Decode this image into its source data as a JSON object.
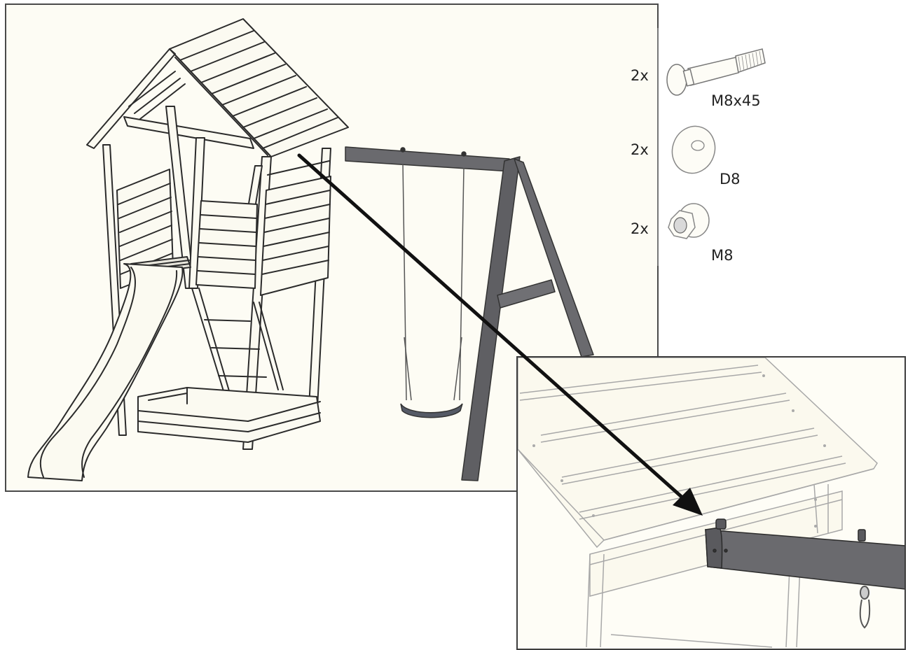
{
  "page": {
    "type": "assembly-instruction-step",
    "background": "#ffffff",
    "frame_fill": "#fdfcf4",
    "line_color": "#2b2b2b",
    "metal_color": "#5f5f63"
  },
  "main_illustration": {
    "label": "Playtower with slide, sandbox and single swing frame",
    "components": [
      "playhouse-roof",
      "playhouse-walls",
      "slide",
      "ladder",
      "sandbox",
      "swing-beam",
      "a-frame-legs",
      "swing-seat"
    ]
  },
  "parts": [
    {
      "qty": "2x",
      "code": "M8x45",
      "icon": "carriage-bolt-icon"
    },
    {
      "qty": "2x",
      "code": "D8",
      "icon": "washer-icon"
    },
    {
      "qty": "2x",
      "code": "M8",
      "icon": "cap-nut-icon"
    }
  ],
  "detail_inset": {
    "label": "Swing beam attached under roof edge",
    "arrow_icon": "arrow-pointer-icon"
  }
}
